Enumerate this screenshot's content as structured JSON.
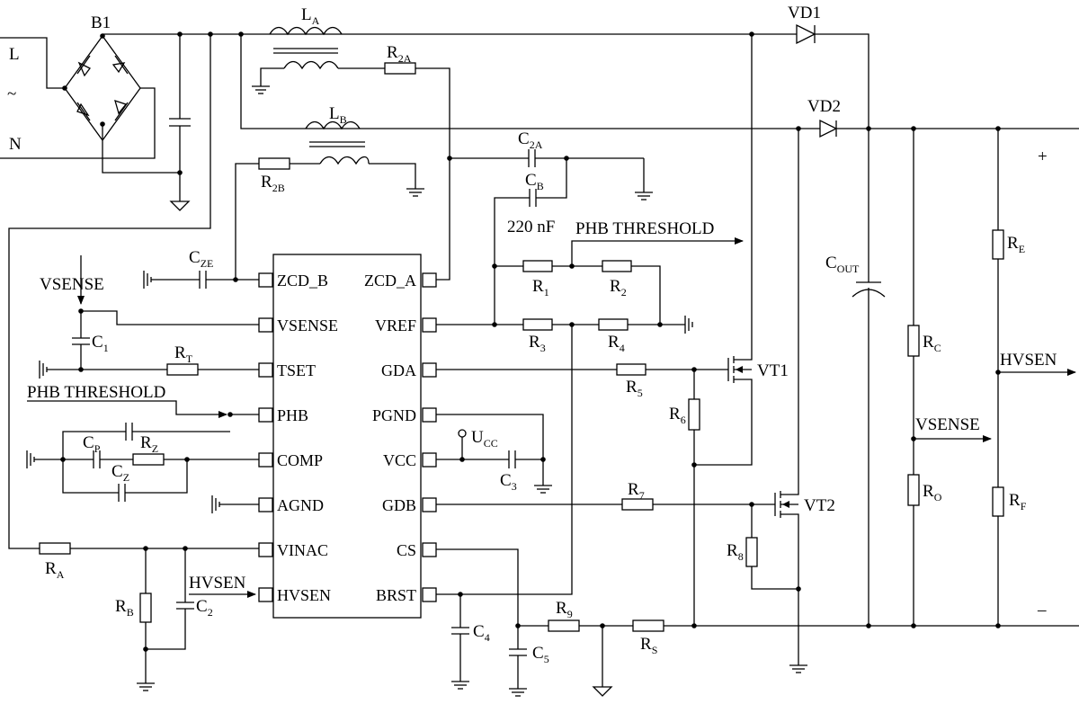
{
  "ic": {
    "left_pins": [
      "ZCD_B",
      "VSENSE",
      "TSET",
      "PHB",
      "COMP",
      "AGND",
      "VINAC",
      "HVSEN"
    ],
    "right_pins": [
      "ZCD_A",
      "VREF",
      "GDA",
      "PGND",
      "VCC",
      "GDB",
      "CS",
      "BRST"
    ]
  },
  "labels": {
    "bridge": "B1",
    "line": "L",
    "tilde": "~",
    "neutral": "N",
    "vd1": "VD1",
    "vd2": "VD2",
    "vt1": "VT1",
    "vt2": "VT2",
    "plus": "+",
    "minus": "–",
    "phb_right": "PHB THRESHOLD",
    "phb_left": "PHB THRESHOLD",
    "vsense_left": "VSENSE",
    "vsense_right": "VSENSE",
    "hvsen_left": "HVSEN",
    "hvsen_right": "HVSEN",
    "cap_value": "220 nF"
  },
  "components": {
    "LA": {
      "main": "L",
      "sub": "A"
    },
    "LB": {
      "main": "L",
      "sub": "B"
    },
    "R2A": {
      "main": "R",
      "sub": "2A"
    },
    "R2B": {
      "main": "R",
      "sub": "2B"
    },
    "C2A": {
      "main": "C",
      "sub": "2A"
    },
    "CB": {
      "main": "C",
      "sub": "B"
    },
    "CZE": {
      "main": "C",
      "sub": "ZE"
    },
    "C1": {
      "main": "C",
      "sub": "1"
    },
    "RT": {
      "main": "R",
      "sub": "T"
    },
    "CP": {
      "main": "C",
      "sub": "P"
    },
    "RZ": {
      "main": "R",
      "sub": "Z"
    },
    "CZ": {
      "main": "C",
      "sub": "Z"
    },
    "RA": {
      "main": "R",
      "sub": "A"
    },
    "RB": {
      "main": "R",
      "sub": "B"
    },
    "C2": {
      "main": "C",
      "sub": "2"
    },
    "R1": {
      "main": "R",
      "sub": "1"
    },
    "R2": {
      "main": "R",
      "sub": "2"
    },
    "R3": {
      "main": "R",
      "sub": "3"
    },
    "R4": {
      "main": "R",
      "sub": "4"
    },
    "R5": {
      "main": "R",
      "sub": "5"
    },
    "R6": {
      "main": "R",
      "sub": "6"
    },
    "R7": {
      "main": "R",
      "sub": "7"
    },
    "R8": {
      "main": "R",
      "sub": "8"
    },
    "R9": {
      "main": "R",
      "sub": "9"
    },
    "RS": {
      "main": "R",
      "sub": "S"
    },
    "C3": {
      "main": "C",
      "sub": "3"
    },
    "C4": {
      "main": "C",
      "sub": "4"
    },
    "C5": {
      "main": "C",
      "sub": "5"
    },
    "UCC": {
      "main": "U",
      "sub": "CC"
    },
    "COUT": {
      "main": "C",
      "sub": "OUT"
    },
    "RC": {
      "main": "R",
      "sub": "C"
    },
    "RO": {
      "main": "R",
      "sub": "O"
    },
    "RE": {
      "main": "R",
      "sub": "E"
    },
    "RF": {
      "main": "R",
      "sub": "F"
    }
  }
}
